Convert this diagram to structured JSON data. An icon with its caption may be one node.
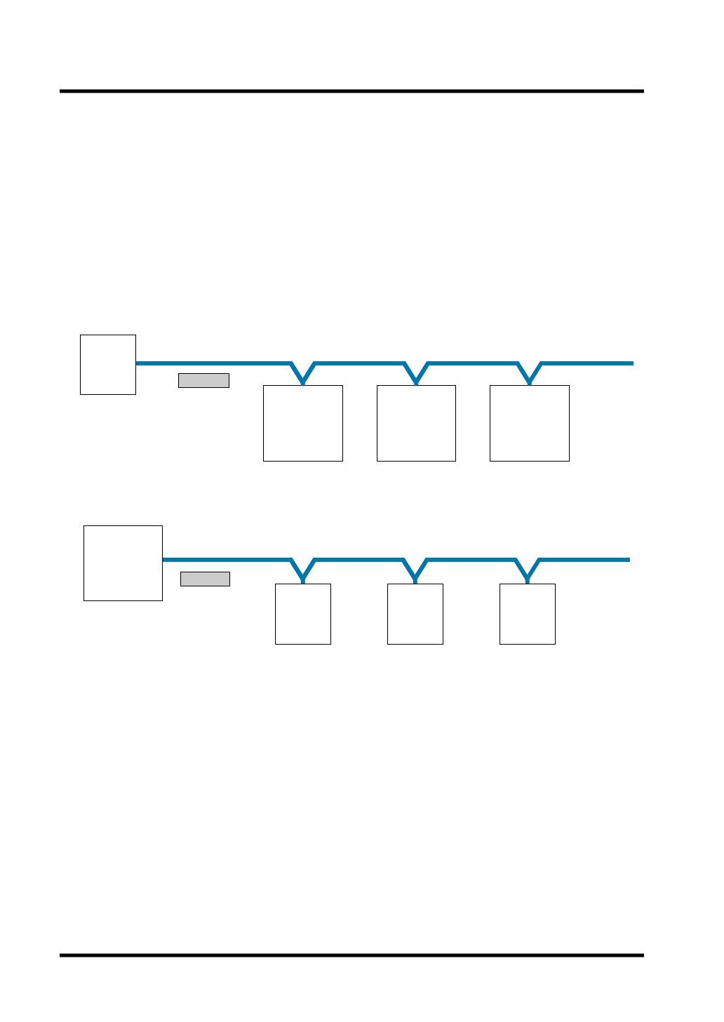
{
  "diagram": {
    "nodes": [
      {
        "text": [],
        "shape": "box"
      },
      {
        "text": [],
        "shape": "bar"
      },
      {
        "text": [],
        "shape": "box"
      },
      {
        "text": [],
        "shape": "box"
      },
      {
        "text": [],
        "shape": "box"
      },
      {
        "text": [],
        "shape": "box"
      },
      {
        "text": [],
        "shape": "bar"
      },
      {
        "text": [],
        "shape": "box"
      },
      {
        "text": [],
        "shape": "box"
      },
      {
        "text": [],
        "shape": "box"
      }
    ],
    "edges": [
      {
        "from": 0,
        "to": 2,
        "arrow": "none",
        "color": "#0077a8"
      },
      {
        "from": 0,
        "to": 3,
        "arrow": "none",
        "color": "#0077a8"
      },
      {
        "from": 0,
        "to": 4,
        "arrow": "none",
        "color": "#0077a8"
      },
      {
        "from": 0,
        "to": null,
        "arrow": "none",
        "color": "#0077a8"
      },
      {
        "from": 5,
        "to": 7,
        "arrow": "none",
        "color": "#0077a8"
      },
      {
        "from": 5,
        "to": 8,
        "arrow": "none",
        "color": "#0077a8"
      },
      {
        "from": 5,
        "to": 9,
        "arrow": "none",
        "color": "#0077a8"
      },
      {
        "from": 5,
        "to": null,
        "arrow": "none",
        "color": "#0077a8"
      }
    ]
  }
}
